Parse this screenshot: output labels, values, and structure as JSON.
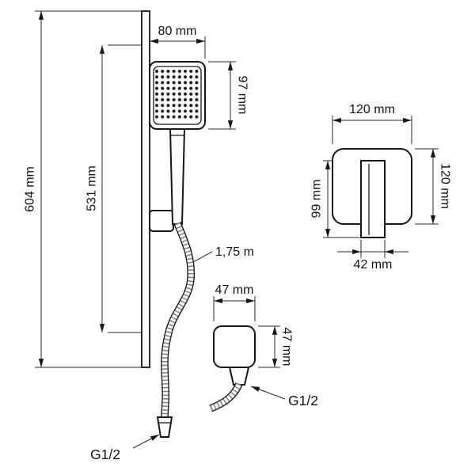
{
  "colors": {
    "line": "#161616",
    "background": "#ffffff"
  },
  "hand_shower_assembly": {
    "overall_height": "604 mm",
    "rail_length": "531 mm",
    "head_width": "80 mm",
    "head_height": "97 mm",
    "hose_length": "1,75 m",
    "hose_thread": "G1/2"
  },
  "concealed_mixer": {
    "plate_width": "120 mm",
    "plate_height": "120 mm",
    "handle_length": "99 mm",
    "handle_width": "42 mm"
  },
  "wall_outlet": {
    "width": "47 mm",
    "height": "47 mm",
    "thread": "G1/2"
  }
}
